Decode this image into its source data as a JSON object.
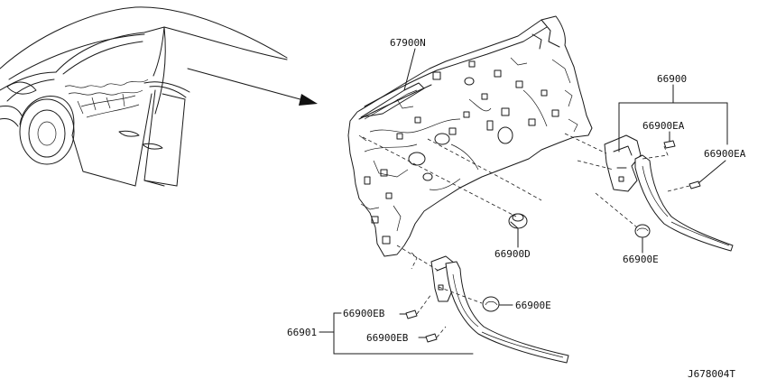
{
  "labels": {
    "insulator_main": "67900N",
    "trim_assy_right": "66900",
    "clip_ea_upper": "66900EA",
    "clip_ea_right": "66900EA",
    "clip_d": "66900D",
    "clip_e_right": "66900E",
    "clip_e_lower": "66900E",
    "trim_assy_left": "66901",
    "clip_eb_upper": "66900EB",
    "clip_eb_lower": "66900EB"
  },
  "diagram_id": "J678004T"
}
